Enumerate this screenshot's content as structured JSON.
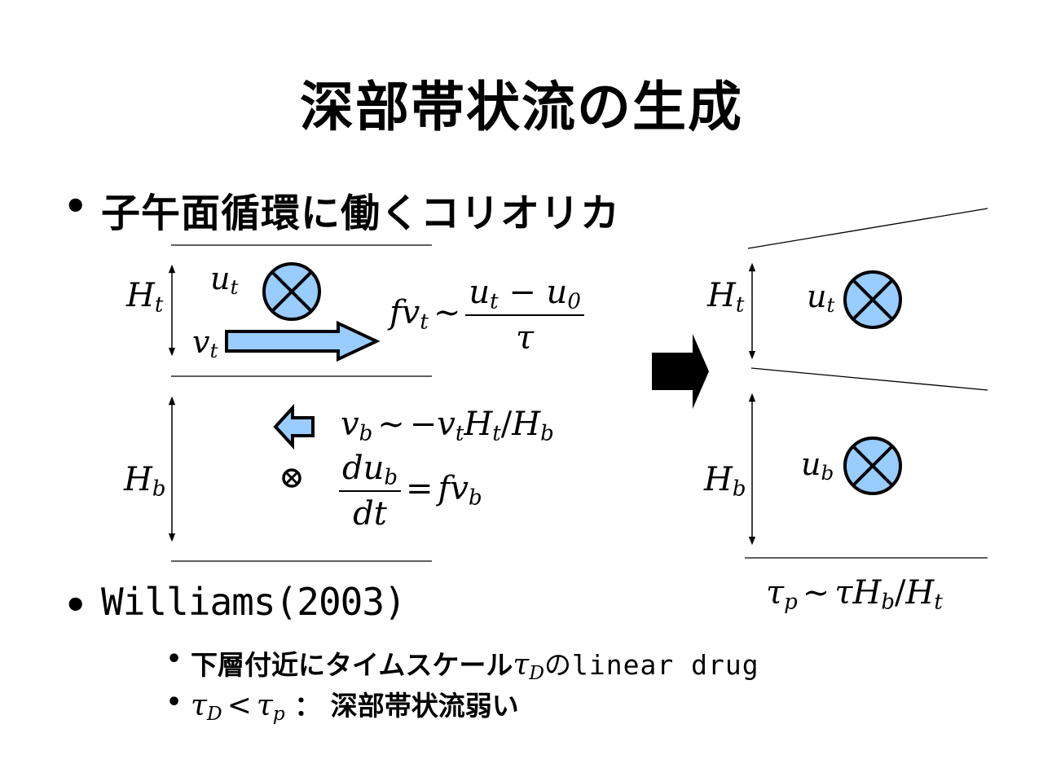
{
  "title": "深部帯状流の生成",
  "bullets": [
    {
      "text": "子午面循環に働くコリオリカ"
    },
    {
      "text": "Williams(2003)"
    }
  ],
  "sub_bullets": [
    {
      "prefix": "下層付近にタイムスケール",
      "suffix": "のlinear drug"
    },
    {
      "suffix": " ： 深部帯状流弱い"
    }
  ],
  "colors": {
    "flow_fill": "#99ccff",
    "stroke": "#000000"
  },
  "icons": [
    "into-page-symbol",
    "right-arrow",
    "left-arrow",
    "big-right-arrow"
  ]
}
